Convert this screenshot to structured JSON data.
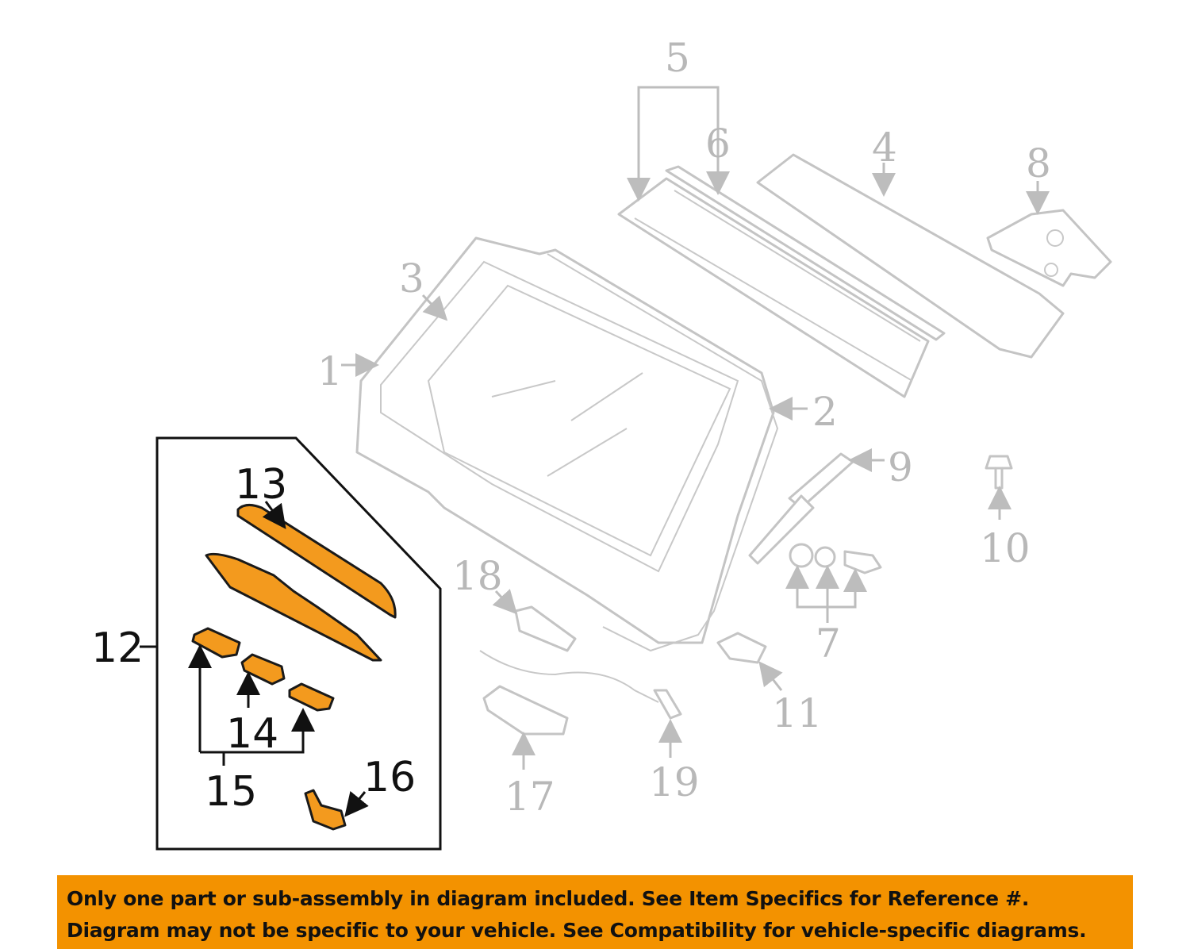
{
  "diagram": {
    "callouts_gray": [
      "1",
      "2",
      "3",
      "4",
      "5",
      "6",
      "7",
      "8",
      "9",
      "10",
      "11",
      "17",
      "18",
      "19"
    ],
    "callouts_inset": [
      "12",
      "13",
      "14",
      "15",
      "16"
    ],
    "colors": {
      "highlight": "#f39a1e",
      "banner": "#f39200",
      "outline": "#c4c4c4"
    }
  },
  "banner": {
    "line1": "Only one part or sub-assembly in diagram included. See Item Specifics for Reference #.",
    "line2": "Diagram may not be specific to your vehicle. See Compatibility for vehicle-specific diagrams."
  }
}
